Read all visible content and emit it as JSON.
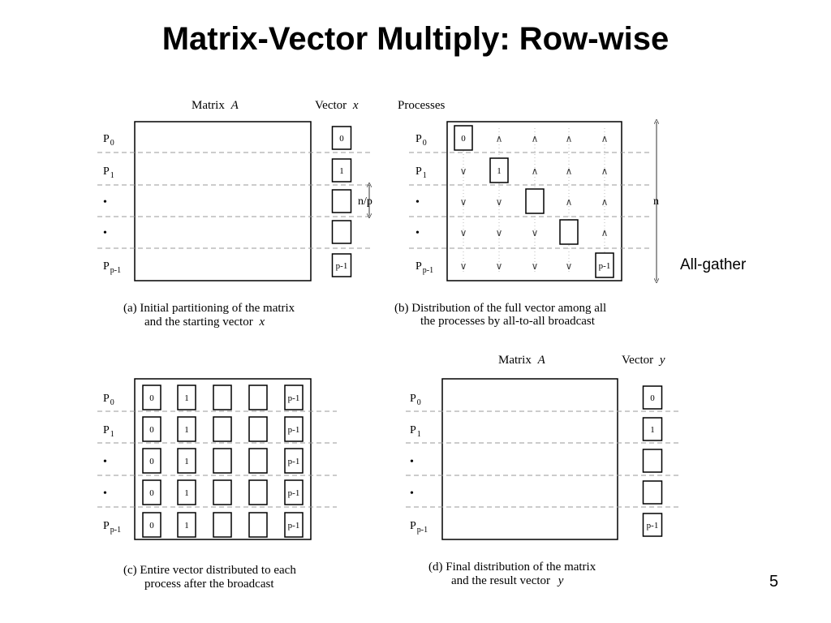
{
  "title": "Matrix-Vector Multiply: Row-wise",
  "page_number": "5",
  "annotation": "All-gather",
  "row_labels": [
    "P",
    "P",
    "•",
    "•",
    "P"
  ],
  "row_subscripts": [
    "0",
    "1",
    "",
    "",
    "p-1"
  ],
  "panel_a": {
    "header_matrix": "Matrix",
    "header_matrix_var": "A",
    "header_vector": "Vector",
    "header_vector_var": "x",
    "vector_cells": [
      "0",
      "1",
      "",
      "",
      "p-1"
    ],
    "size_label": "n/p",
    "caption_line1": "(a)  Initial partitioning of the matrix",
    "caption_line2": "and the starting vector",
    "caption_var": "x"
  },
  "panel_b": {
    "header": "Processes",
    "diag_cells": [
      "0",
      "1",
      "",
      "",
      "p-1"
    ],
    "up_glyph": "∧",
    "down_glyph": "∨",
    "dim_label": "n",
    "caption_line1": "(b)  Distribution of the full vector among all",
    "caption_line2": "the processes by all-to-all broadcast"
  },
  "panel_c": {
    "col_cells": [
      "0",
      "1",
      "",
      "",
      "p-1"
    ],
    "caption_line1": "(c)  Entire vector distributed to each",
    "caption_line2": "process after the broadcast"
  },
  "panel_d": {
    "header_matrix": "Matrix",
    "header_matrix_var": "A",
    "header_vector": "Vector",
    "header_vector_var": "y",
    "vector_cells": [
      "0",
      "1",
      "",
      "",
      "p-1"
    ],
    "caption_line1": "(d)  Final distribution of the matrix",
    "caption_line2": "and the result vector",
    "caption_var": "y"
  }
}
